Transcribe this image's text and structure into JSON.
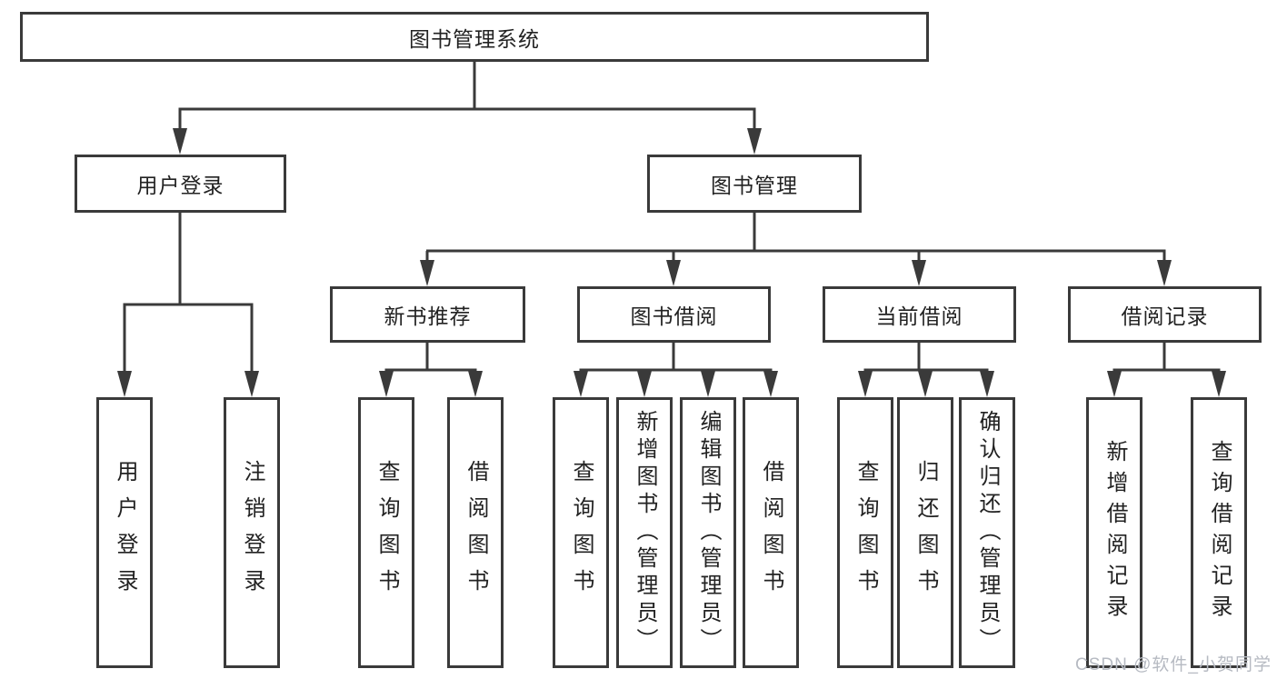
{
  "colors": {
    "line": "#3a3a3a",
    "box_border": "#3a3a3a",
    "text": "#222222",
    "watermark": "#b6bac2",
    "background": "#ffffff"
  },
  "watermark": "CSDN @软件_小贺同学",
  "tree": {
    "root": "图书管理系统",
    "login": {
      "label": "用户登录",
      "children": [
        "用户登录",
        "注销登录"
      ]
    },
    "management": {
      "label": "图书管理",
      "groups": [
        {
          "label": "新书推荐",
          "children": [
            "查询图书",
            "借阅图书"
          ]
        },
        {
          "label": "图书借阅",
          "children": [
            "查询图书",
            "新增图书（管理员）",
            "编辑图书（管理员）",
            "借阅图书"
          ]
        },
        {
          "label": "当前借阅",
          "children": [
            "查询图书",
            "归还图书",
            "确认归还（管理员）"
          ]
        },
        {
          "label": "借阅记录",
          "children": [
            "新增借阅记录",
            "查询借阅记录"
          ]
        }
      ]
    }
  }
}
